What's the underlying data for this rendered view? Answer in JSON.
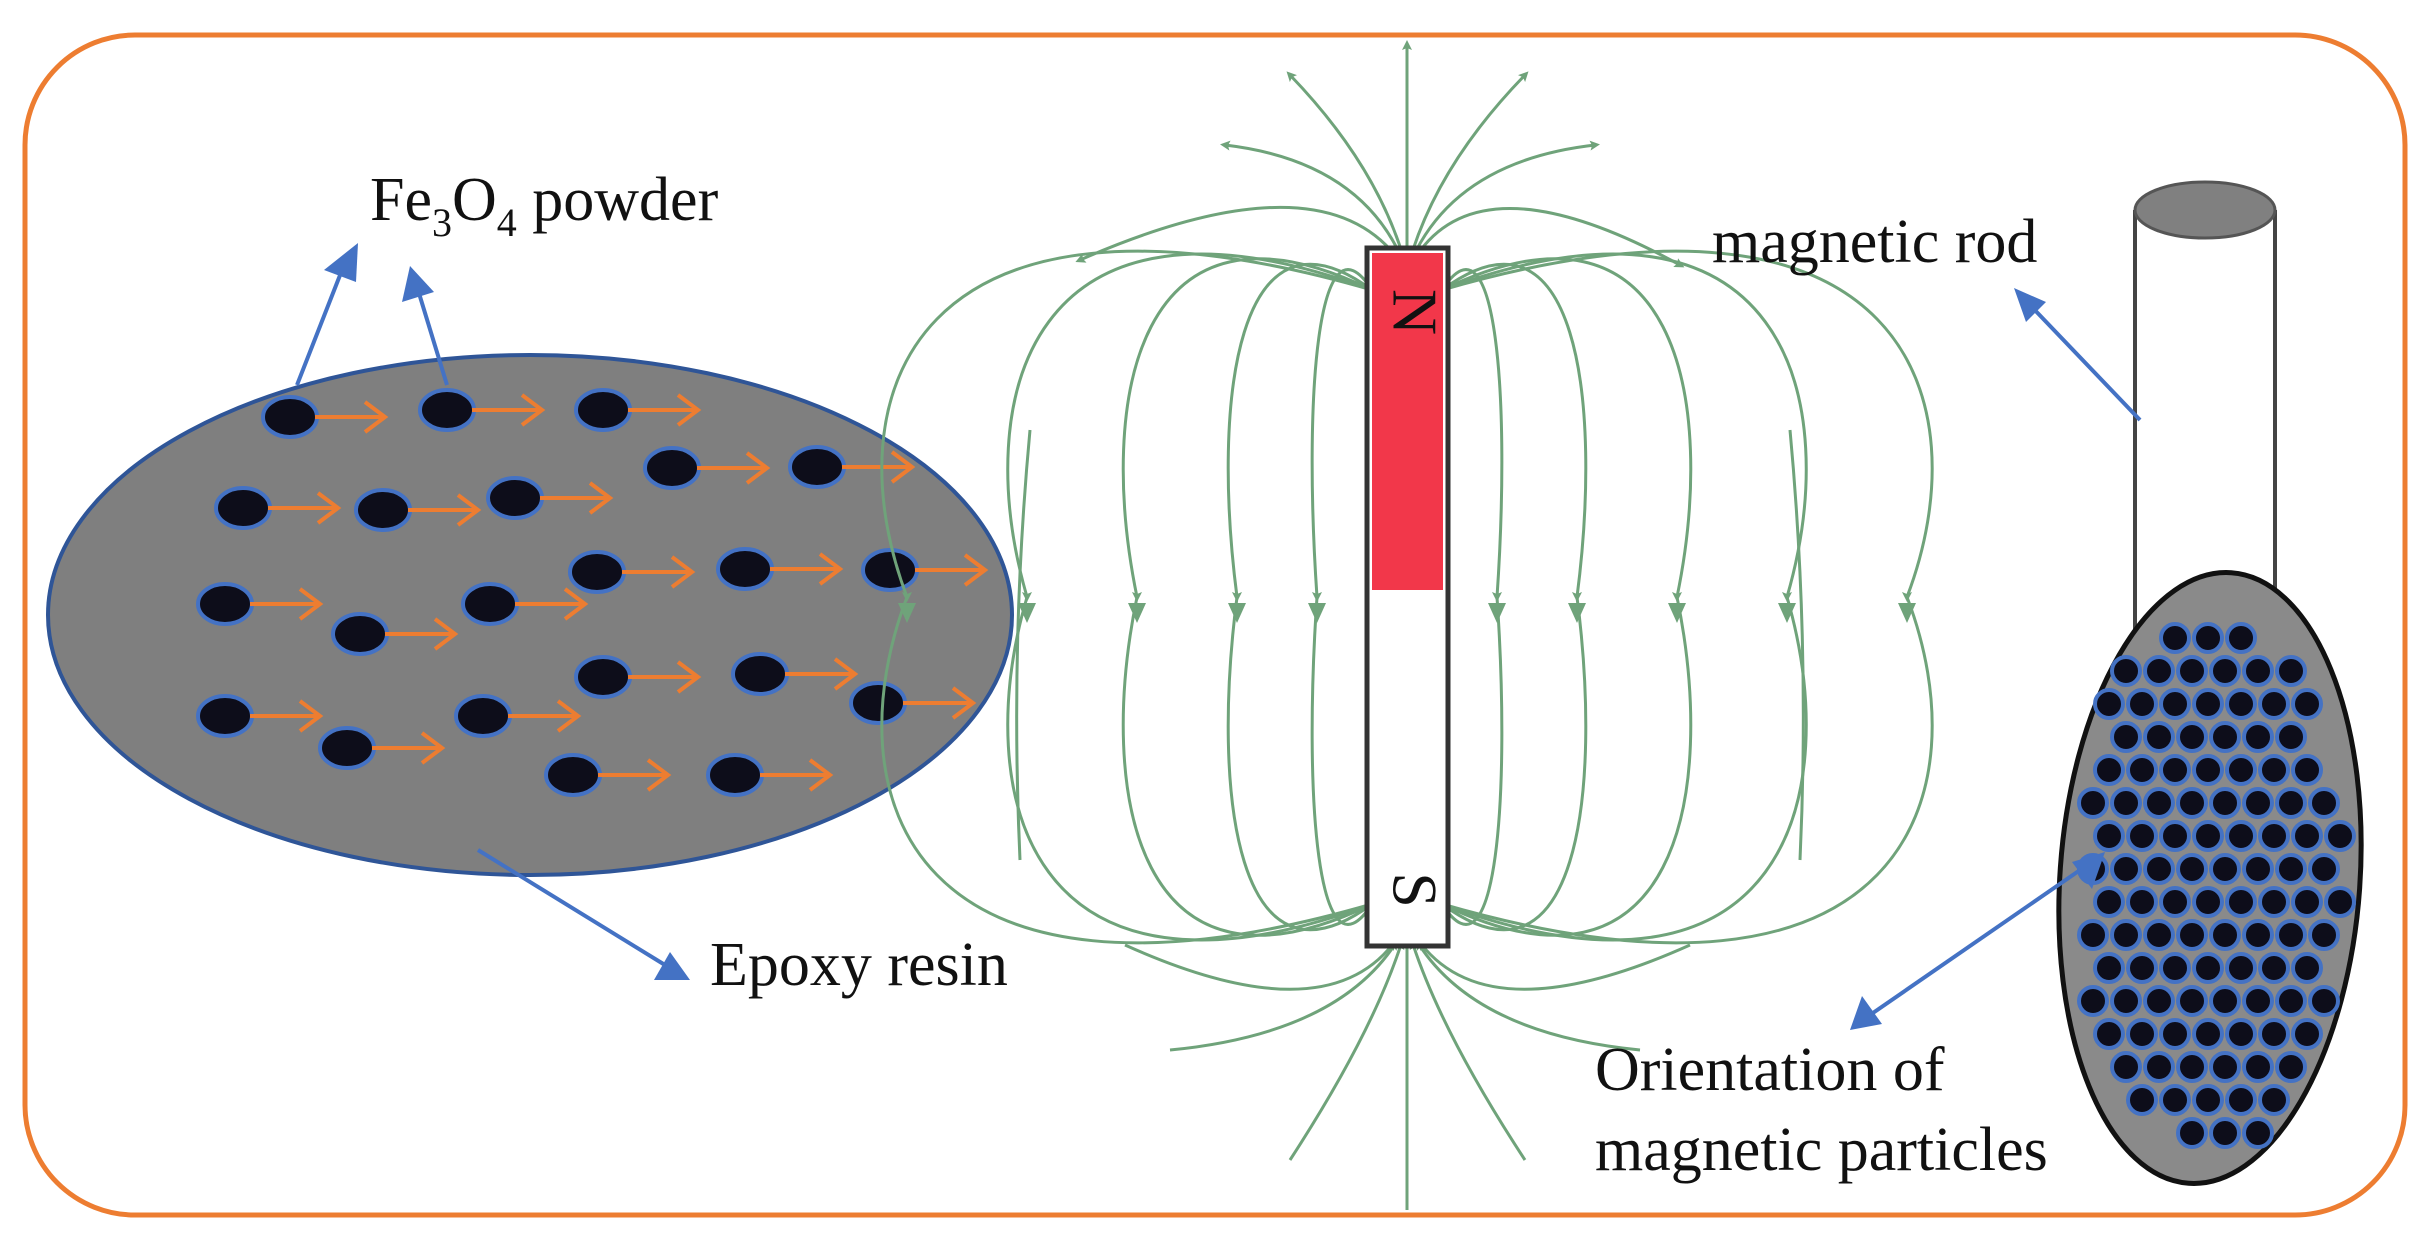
{
  "labels": {
    "fe3o4_prefix": "Fe",
    "fe3o4_sub1": "3",
    "fe3o4_mid": "O",
    "fe3o4_sub2": "4",
    "fe3o4_suffix": " powder",
    "epoxy_resin": "Epoxy resin",
    "magnetic_rod": "magnetic rod",
    "orientation_line1": "Orientation of",
    "orientation_line2": "magnetic particles",
    "north_pole": "N",
    "south_pole": "S"
  },
  "colors": {
    "frame": "#ED7D31",
    "resin_fill": "#7F7F7F",
    "particle": "#0D0D1A",
    "particle_outline": "#4472C4",
    "particle_arrow": "#ED7D31",
    "pointer_arrow": "#4472C4",
    "field_line": "#6FA37A",
    "magnet_north": "#F2374A",
    "magnet_south": "#FFFFFF",
    "rod_cap": "#808080"
  }
}
